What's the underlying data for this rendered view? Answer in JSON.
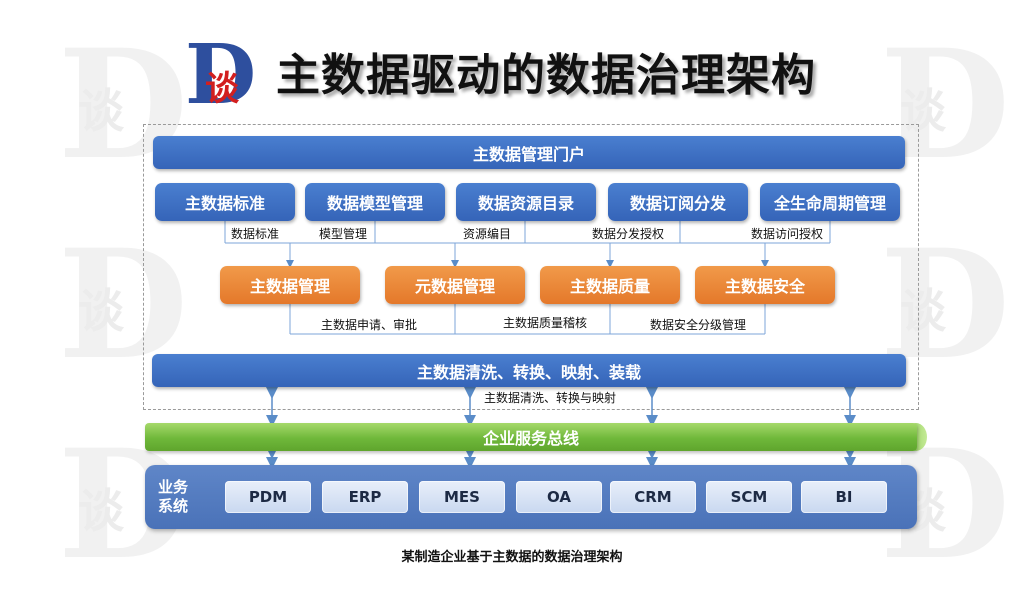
{
  "title": "主数据驱动的数据治理架构",
  "logo": {
    "letter": "D",
    "char": "谈"
  },
  "portal": "主数据管理门户",
  "top_boxes": [
    "主数据标准",
    "数据模型管理",
    "数据资源目录",
    "数据订阅分发",
    "全生命周期管理"
  ],
  "top_labels": [
    "数据标准",
    "模型管理",
    "资源编目",
    "数据分发授权",
    "数据访问授权"
  ],
  "orange_boxes": [
    "主数据管理",
    "元数据管理",
    "主数据质量",
    "主数据安全"
  ],
  "mid_labels": [
    "主数据申请、审批",
    "主数据质量稽核",
    "数据安全分级管理"
  ],
  "cleaning_bar": "主数据清洗、转换、映射、装载",
  "cleaning_label": "主数据清洗、转换与映射",
  "esb": "企业服务总线",
  "business": {
    "label": "业务系统",
    "systems": [
      "PDM",
      "ERP",
      "MES",
      "OA",
      "CRM",
      "SCM",
      "BI"
    ]
  },
  "caption": "某制造企业基于主数据的数据治理架构",
  "colors": {
    "blue": "#3f6fc4",
    "orange": "#ea842f",
    "green": "#6fb83a",
    "arrow": "#5a8cc8"
  }
}
